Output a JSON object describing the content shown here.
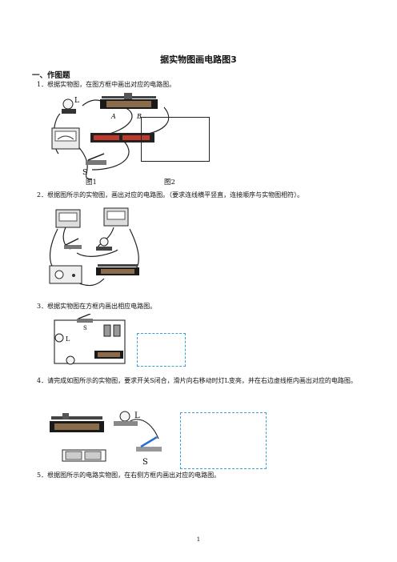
{
  "title": "据实物图画电路图3",
  "section": "一、作图题",
  "questions": [
    {
      "num": "1．",
      "text": "根据实物图，在图方框中画出对应的电路图。"
    },
    {
      "num": "2．",
      "text": "根据图所示的实物图，画出对应的电路图。（要求连线横平竖直，连接顺序与实物图相符）。"
    },
    {
      "num": "3．",
      "text": "根据实物图在方框内画出相应电路图。"
    },
    {
      "num": "4．",
      "text": "请完成如图所示的实物图，要求开关S闭合，滑片向右移动时灯L变亮，并在右边虚线框内画出对应的电路图。"
    },
    {
      "num": "5．",
      "text": "根据图所示的电路实物图，在右侧方框内画出对应的电路图。"
    }
  ],
  "figure1": {
    "caption_left": "图1",
    "caption_right": "图2",
    "label_L": "L",
    "label_A": "A",
    "label_B": "B",
    "label_S": "S"
  },
  "figure3": {
    "label_S": "S",
    "label_L": "L"
  },
  "figure4": {
    "label_L": "L",
    "label_S": "S"
  },
  "page_number": "1"
}
